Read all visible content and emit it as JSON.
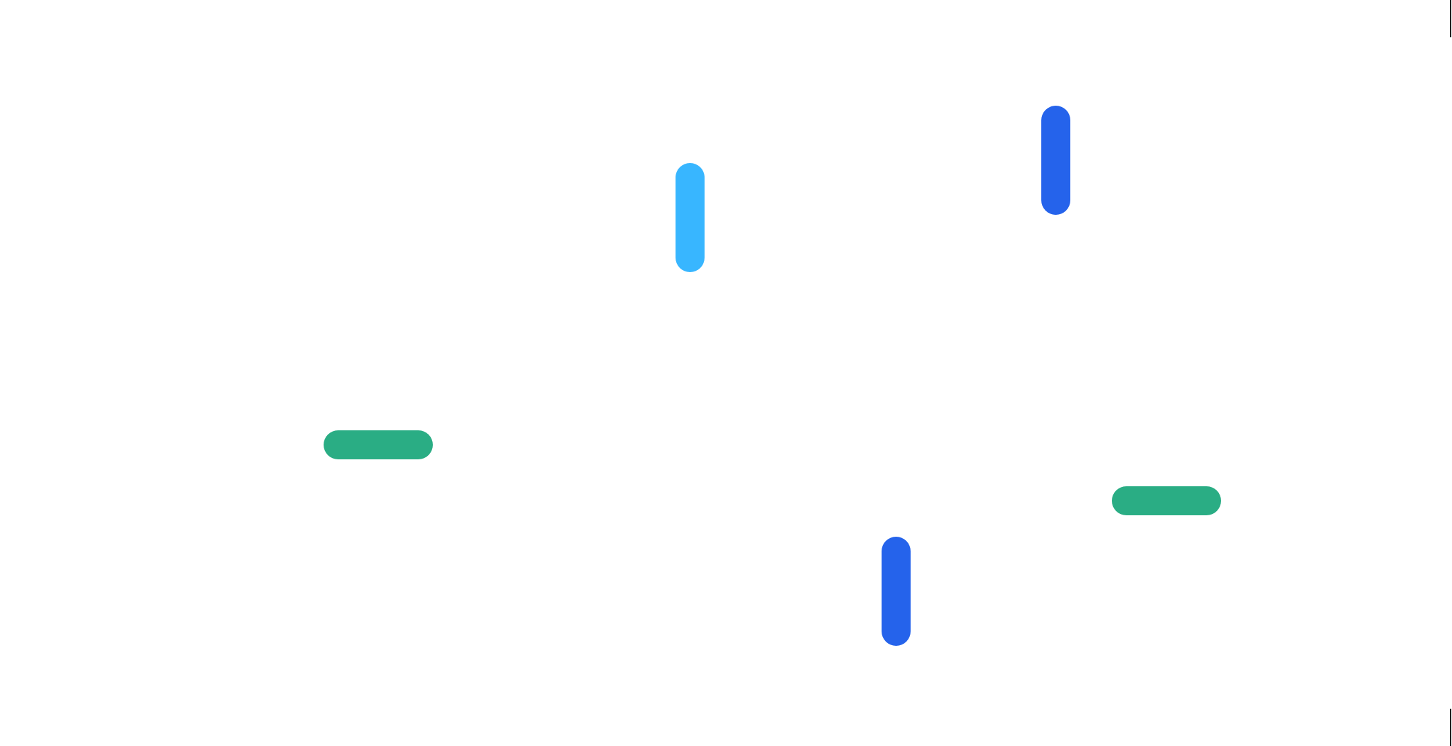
{
  "colors": {
    "background": "#ffffff",
    "sky_blue": "#38b6ff",
    "royal_blue": "#2563eb",
    "green": "#2aad84",
    "edge_mark": "#222222"
  },
  "pieces": [
    {
      "name": "pill-sky-blue-vertical",
      "color": "#38b6ff",
      "orientation": "vertical"
    },
    {
      "name": "pill-blue-vertical-top-right",
      "color": "#2563eb",
      "orientation": "vertical"
    },
    {
      "name": "pill-green-horizontal-left",
      "color": "#2aad84",
      "orientation": "horizontal"
    },
    {
      "name": "pill-green-horizontal-right",
      "color": "#2aad84",
      "orientation": "horizontal"
    },
    {
      "name": "pill-blue-vertical-bottom",
      "color": "#2563eb",
      "orientation": "vertical"
    }
  ]
}
